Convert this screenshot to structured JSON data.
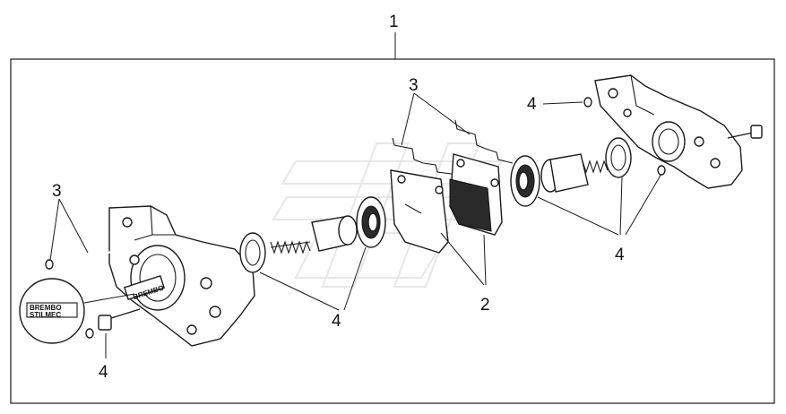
{
  "callouts": {
    "assembly": "1",
    "brake_pads": "2",
    "pin_and_clips": "3",
    "pin_left": "3",
    "seals_fasteners_left": "4",
    "seals_fasteners_center": "4",
    "seals_fasteners_right": "4",
    "oring_top_right": "4"
  },
  "stamp": {
    "badge_text_line1": "BREMBO",
    "badge_text_line2": "STILMEC",
    "caliper_text": "BREMBO"
  },
  "colors": {
    "line": "#1a1a1a",
    "pad_friction": "#2a2a2a",
    "watermark": "#cfcfcf"
  }
}
